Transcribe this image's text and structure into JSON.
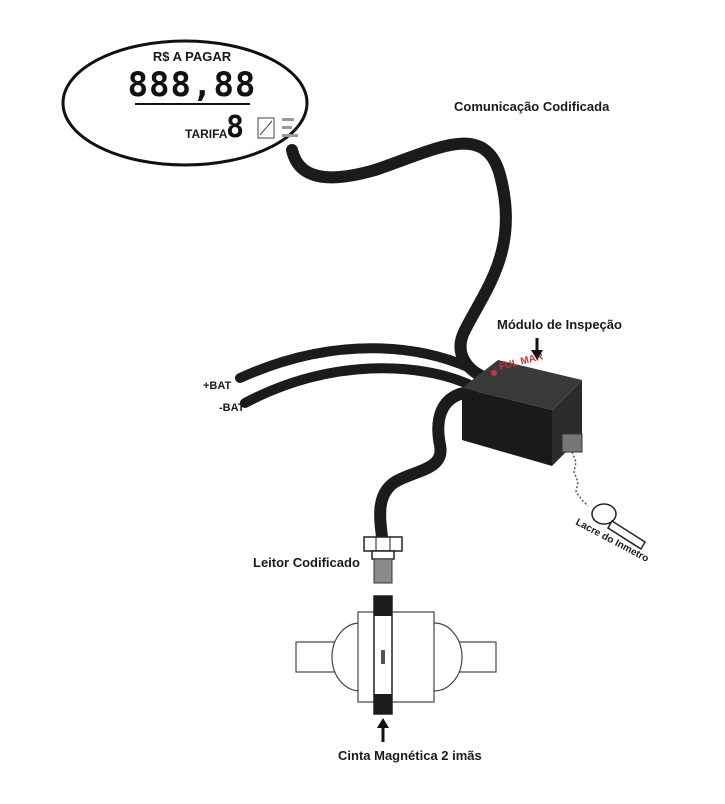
{
  "display": {
    "header": "R$ A PAGAR",
    "amount_digits": "888,88",
    "tarifa_label": "TARIFA",
    "tarifa_digit": "8"
  },
  "labels": {
    "comunicacao": "Comunicação Codificada",
    "modulo": "Módulo de Inspeção",
    "brand": "FUL MAR",
    "bat_plus": "+BAT",
    "bat_minus": "-BAT",
    "leitor": "Leitor Codificado",
    "lacre": "Lacre do Inmetro",
    "cinta": "Cinta Magnética 2 imãs"
  },
  "colors": {
    "module_body": "#1a1a1a",
    "brand_text": "#d23030",
    "cable": "#1b1b1b",
    "outline": "#222222"
  }
}
